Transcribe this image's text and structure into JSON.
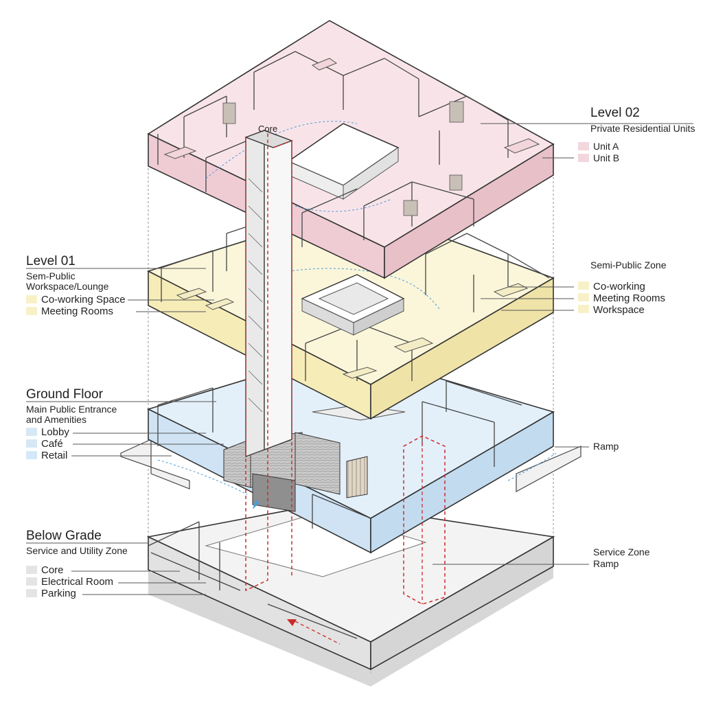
{
  "core_label": "Core",
  "levels": {
    "level02": {
      "title": "Level 02",
      "subtitle": "Private Residential Units",
      "items": [
        "Unit A",
        "Unit B"
      ],
      "color": "#f2d7dd"
    },
    "level01": {
      "title": "Level 01",
      "subtitle_lines": [
        "Sem-Public",
        "Workspace/Lounge"
      ],
      "items": [
        "Co-working Space",
        "Meeting Rooms"
      ],
      "right_heading": "Semi-Public Zone",
      "right_items": [
        "Co-working",
        "Meeting Rooms",
        "Workspace"
      ],
      "color": "#f8f1c8"
    },
    "ground": {
      "title": "Ground Floor",
      "subtitle_lines": [
        "Main Public Entrance",
        "and Amenities"
      ],
      "items": [
        "Lobby",
        "Café",
        "Retail"
      ],
      "right_label": "Ramp",
      "color": "#d6e8f6"
    },
    "below": {
      "title": "Below Grade",
      "subtitle": "Service and Utility Zone",
      "items": [
        "Core",
        "Electrical Room",
        "Parking"
      ],
      "right_lines": [
        "Service Zone",
        "Ramp"
      ],
      "color": "#e4e4e4"
    }
  },
  "colors": {
    "core_dash": "#cc2a2a",
    "circulation": "#4d9bd6"
  }
}
